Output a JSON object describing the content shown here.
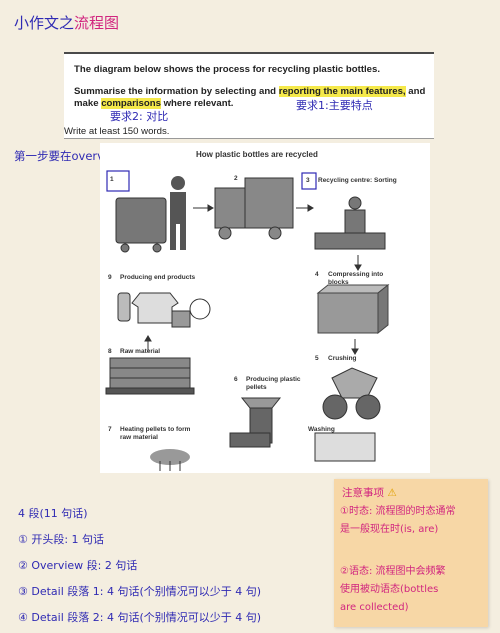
{
  "title": {
    "main": "小作文之",
    "accent": "流程图"
  },
  "task": {
    "line1": "The diagram below shows the process for recycling plastic bottles.",
    "line2_a": "Summarise the information by selecting and ",
    "line2_hl": "reporting the main features,",
    "line2_b": " and",
    "line3_a": "make ",
    "line3_hl": "comparisons",
    "line3_b": " where relevant.",
    "line4": "Write at least 150 words."
  },
  "annotations": {
    "req1": "要求1:主要特点",
    "req2": "要求2: 对比",
    "step1": "第一步要在overview段描述"
  },
  "diagram": {
    "title": "How plastic bottles are recycled",
    "steps": [
      {
        "num": "1",
        "label": ""
      },
      {
        "num": "2",
        "label": ""
      },
      {
        "num": "3",
        "label": "Recycling centre: Sorting"
      },
      {
        "num": "4",
        "label": "Compressing into blocks"
      },
      {
        "num": "5",
        "label": "Crushing"
      },
      {
        "num": "6",
        "label": "Producing plastic pellets"
      },
      {
        "num": "7",
        "label": "Heating pellets to form raw material"
      },
      {
        "num": "8",
        "label": "Raw material"
      },
      {
        "num": "9",
        "label": "Producing end products"
      }
    ],
    "washing": "Washing"
  },
  "summary": [
    "4 段(11 句话)",
    "① 开头段: 1 句话",
    "② Overview 段: 2 句话",
    "③ Detail 段落 1: 4 句话(个别情况可以少于 4 句)",
    "④ Detail 段落 2: 4 句话(个别情况可以少于 4 句)"
  ],
  "notes": {
    "title": "注意事项",
    "item1_a": "①时态: 流程图的时态通常",
    "item1_b": "是一般现在时(is, are)",
    "item2_a": "②语态: 流程图中会频繁",
    "item2_b": "使用被动语态(bottles",
    "item2_c": "are collected)"
  }
}
